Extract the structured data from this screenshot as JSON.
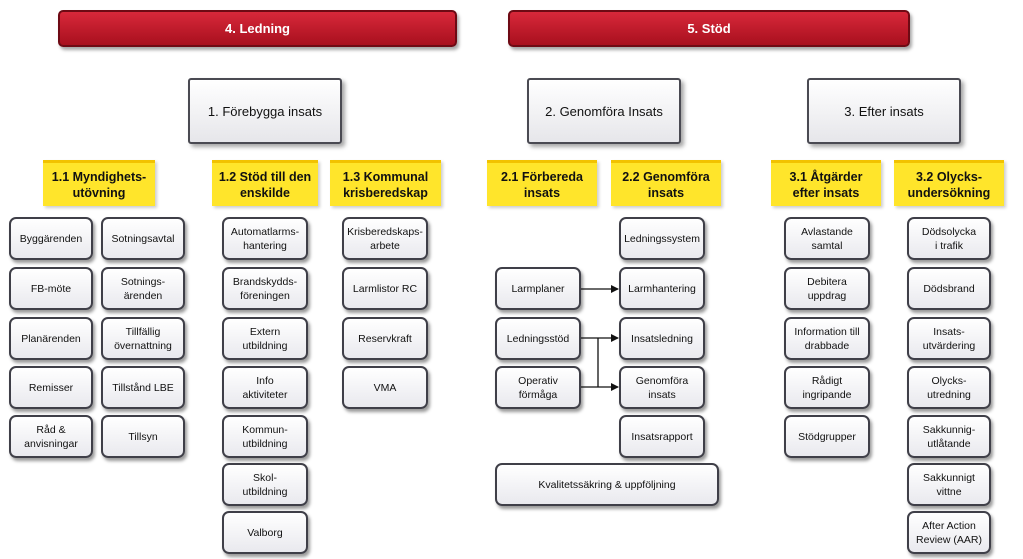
{
  "top": {
    "ledning": "4. Ledning",
    "stod": "5. Stöd"
  },
  "level1": {
    "forebygga": "1. Förebygga insats",
    "genomfora": "2. Genomföra Insats",
    "efter": "3. Efter insats"
  },
  "headers": {
    "h11": "1.1 Myndighets-\nutövning",
    "h12": "1.2 Stöd till den\nenskilde",
    "h13": "1.3 Kommunal\nkrisberedskap",
    "h21": "2.1 Förbereda\ninsats",
    "h22": "2.2 Genomföra\ninsats",
    "h31": "3.1 Åtgärder\nefter insats",
    "h32": "3.2 Olycks-\nundersökning"
  },
  "items": {
    "c11a": [
      "Byggärenden",
      "FB-möte",
      "Planärenden",
      "Remisser",
      "Råd &\nanvisningar"
    ],
    "c11b": [
      "Sotningsavtal",
      "Sotnings-\närenden",
      "Tillfällig\növernattning",
      "Tillstånd LBE",
      "Tillsyn"
    ],
    "c12": [
      "Automatlarms-\nhantering",
      "Brandskydds-\nföreningen",
      "Extern\nutbildning",
      "Info\naktiviteter",
      "Kommun-\nutbildning",
      "Skol-\nutbildning",
      "Valborg"
    ],
    "c13": [
      "Krisberedskaps-\narbete",
      "Larmlistor RC",
      "Reservkraft",
      "VMA"
    ],
    "c21": [
      "Larmplaner",
      "Ledningsstöd",
      "Operativ\nförmåga"
    ],
    "c22": [
      "Ledningssystem",
      "Larmhantering",
      "Insatsledning",
      "Genomföra\ninsats",
      "Insatsrapport"
    ],
    "kval": "Kvalitetssäkring & uppföljning",
    "c31": [
      "Avlastande\nsamtal",
      "Debitera\nuppdrag",
      "Information till\ndrabbade",
      "Rådigt\ningripande",
      "Stödgrupper"
    ],
    "c32": [
      "Dödsolycka\ni trafik",
      "Dödsbrand",
      "Insats-\nutvärdering",
      "Olycks-\nutredning",
      "Sakkunnig-\nutlåtande",
      "Sakkunnigt\nvittne",
      "After Action\nReview (AAR)"
    ]
  }
}
